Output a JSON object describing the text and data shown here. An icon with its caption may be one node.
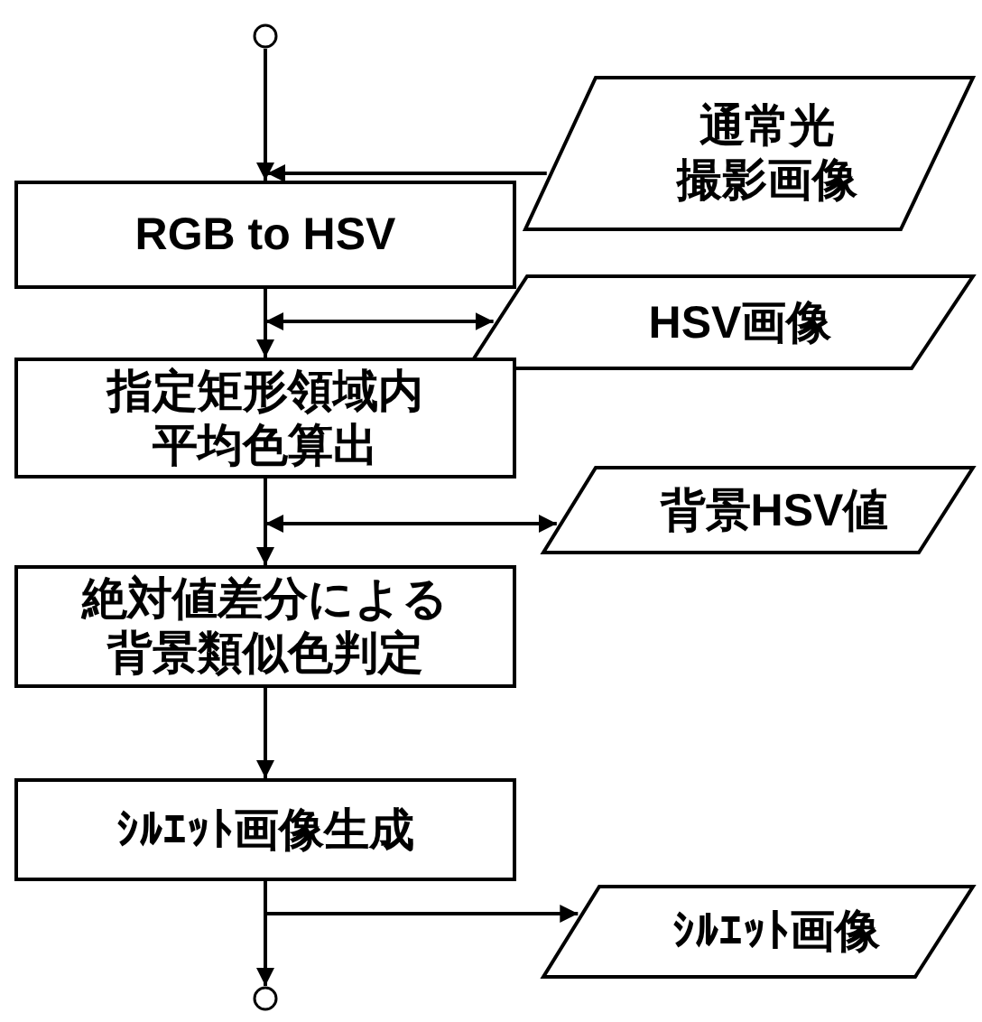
{
  "diagram": {
    "nodes": [
      {
        "text": [],
        "shape": "circle"
      },
      {
        "text": [
          "通常光撮影画像"
        ]
      },
      {
        "text": [
          "RGB to HSV"
        ]
      },
      {
        "text": [
          "HSV画像"
        ]
      },
      {
        "text": [
          "指定矩形領域内平均色算出"
        ]
      },
      {
        "text": [
          "背景HSV値"
        ]
      },
      {
        "text": [
          "絶対値差分による背景類似色判定"
        ]
      },
      {
        "text": [
          "ｼﾙｴｯﾄ画像生成"
        ]
      },
      {
        "text": [
          "ｼﾙｴｯﾄ画像"
        ]
      },
      {
        "text": [],
        "shape": "circle"
      }
    ],
    "edges": [
      {
        "from": 0,
        "to": 2,
        "arrow": "to"
      },
      {
        "from": 1,
        "to": 2,
        "arrow": "to"
      },
      {
        "from": 2,
        "to": 4,
        "arrow": "to"
      },
      {
        "from": 2,
        "to": 3,
        "arrow": "both"
      },
      {
        "from": 4,
        "to": 6,
        "arrow": "to"
      },
      {
        "from": 4,
        "to": 5,
        "arrow": "both"
      },
      {
        "from": 6,
        "to": 7,
        "arrow": "to"
      },
      {
        "from": 7,
        "to": 8,
        "arrow": "to"
      },
      {
        "from": 7,
        "to": 9,
        "arrow": "to"
      }
    ]
  }
}
